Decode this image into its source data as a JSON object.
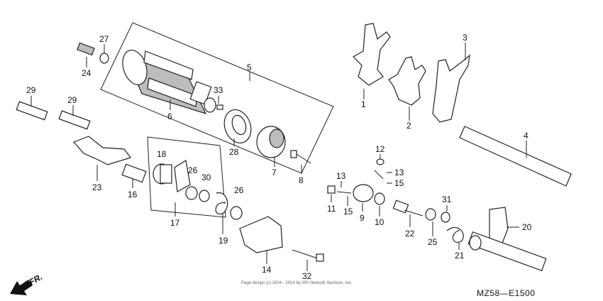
{
  "callouts": {
    "c1": "1",
    "c2": "2",
    "c3": "3",
    "c4": "4",
    "c5": "5",
    "c6": "6",
    "c7": "7",
    "c8": "8",
    "c9": "9",
    "c10": "10",
    "c11": "11",
    "c12": "12",
    "c13a": "13",
    "c13b": "13",
    "c14": "14",
    "c15a": "15",
    "c15b": "15",
    "c16": "16",
    "c17": "17",
    "c18": "18",
    "c19": "19",
    "c20": "20",
    "c21": "21",
    "c22": "22",
    "c23": "23",
    "c24": "24",
    "c25": "25",
    "c26a": "26",
    "c26b": "26",
    "c27": "27",
    "c28": "28",
    "c29a": "29",
    "c29b": "29",
    "c30": "30",
    "c31": "31",
    "c32": "32",
    "c33": "33"
  },
  "diagram_code": "MZ58—E1500",
  "direction_label": "FR.",
  "copyright": "Page design (c) 2004 - 2014 by ARI Network Services, Inc."
}
